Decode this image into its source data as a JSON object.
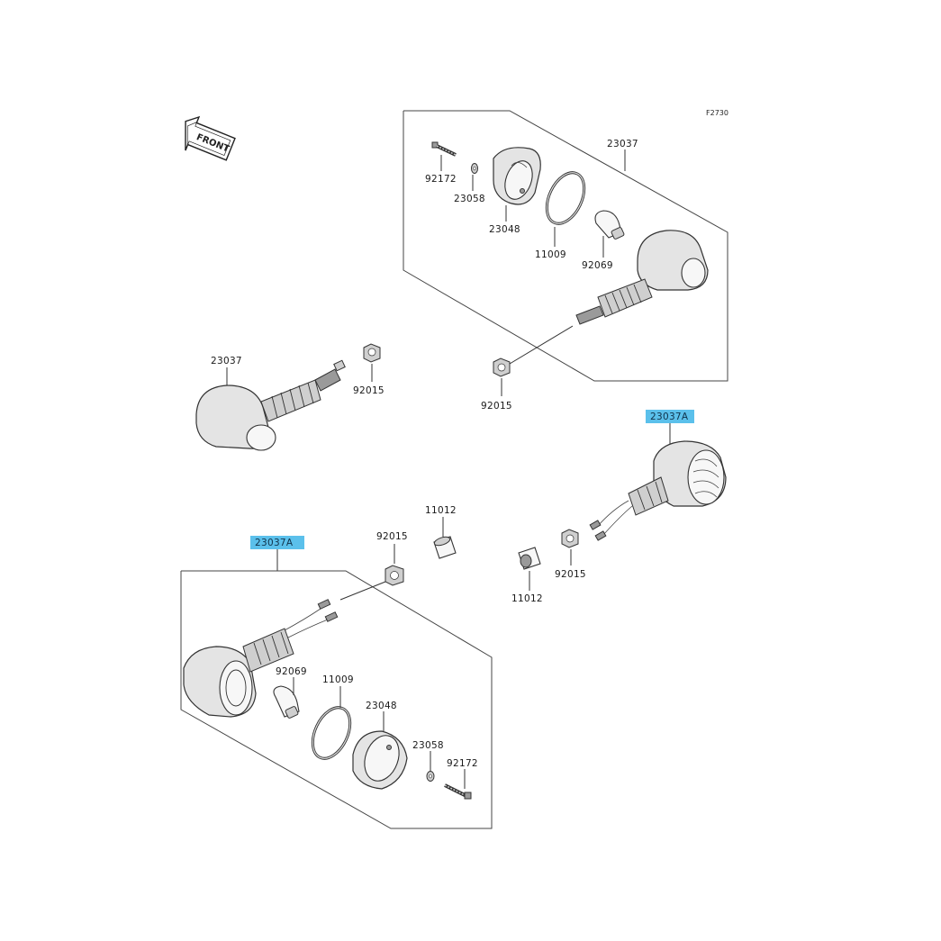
{
  "figure_code": "F2730",
  "front_badge": "FRONT",
  "labels": {
    "top_23037": "23037",
    "top_92172": "92172",
    "top_23058": "23058",
    "top_23048": "23048",
    "top_11009": "11009",
    "top_92069": "92069",
    "top_92015": "92015",
    "left_23037": "23037",
    "left_92015": "92015",
    "right_23037A": "23037A",
    "mid_11012_top": "11012",
    "mid_11012_bottom": "11012",
    "mid_92015_right": "92015",
    "bottom_23037A": "23037A",
    "bottom_92015": "92015",
    "bottom_92069": "92069",
    "bottom_11009": "11009",
    "bottom_23048": "23048",
    "bottom_23058": "23058",
    "bottom_92172": "92172"
  },
  "colors": {
    "highlight": "#5bc0eb",
    "line": "#333333"
  }
}
